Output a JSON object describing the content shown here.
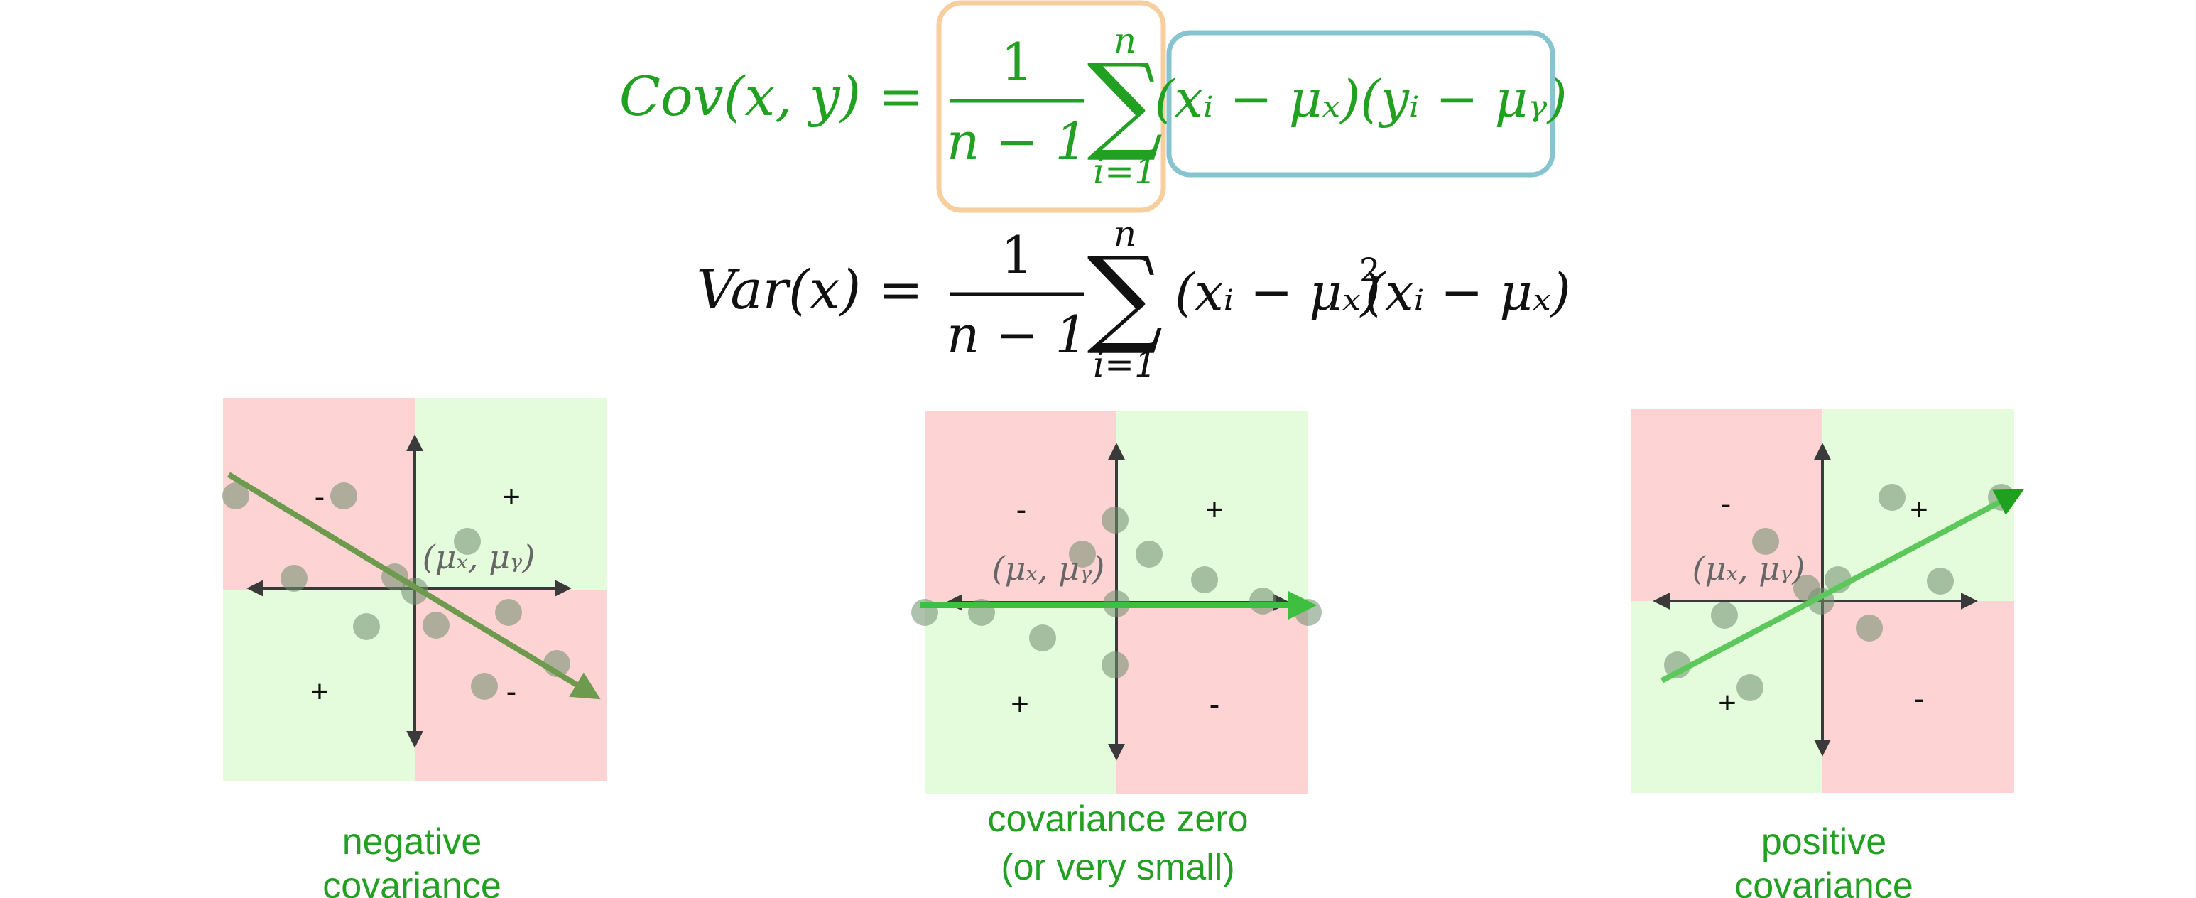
{
  "colors": {
    "green_formula": "#22a022",
    "black_formula": "#111111",
    "orange_box": "#f7cf9f",
    "blue_box": "#86c4cf",
    "red_quadrant": "#fdd3d3",
    "green_quadrant": "#e4fbdc",
    "axis": "#3a3a3a",
    "point_fill": "#6e8e6e",
    "neg_arrow": "#6e9a4e",
    "zero_arrow": "#3fbf3f",
    "pos_arrow": "#5cc85c",
    "caption": "#22a022",
    "mu_label": "#666666"
  },
  "formulas": {
    "cov": {
      "lhs": "Cov(x, y) =",
      "frac_num": "1",
      "frac_den": "n − 1",
      "sum_symbol": "∑",
      "sum_top": "n",
      "sum_bottom": "i=1",
      "term": "(xᵢ − μₓ)(yᵢ − μᵧ)"
    },
    "var": {
      "lhs": "Var(x) =",
      "frac_num": "1",
      "frac_den": "n − 1",
      "sum_symbol": "∑",
      "sum_top": "n",
      "sum_bottom": "i=1",
      "term_a": "(xᵢ − μₓ)",
      "superscript": "2",
      "term_b": "(xᵢ − μₓ)"
    }
  },
  "panels": [
    {
      "id": "negative",
      "signs": {
        "top_left": "-",
        "top_right": "+",
        "bottom_left": "+",
        "bottom_right": "-"
      },
      "mean_label": "(μₓ, μᵧ)",
      "caption_line1": "negative",
      "caption_line2": "covariance"
    },
    {
      "id": "zero",
      "signs": {
        "top_left": "-",
        "top_right": "+",
        "bottom_left": "+",
        "bottom_right": "-"
      },
      "mean_label": "(μₓ, μᵧ)",
      "caption_line1": "covariance zero",
      "caption_line2": "(or very small)"
    },
    {
      "id": "positive",
      "signs": {
        "top_left": "-",
        "top_right": "+",
        "bottom_left": "+",
        "bottom_right": "-"
      },
      "mean_label": "(μₓ, μᵧ)",
      "caption_line1": "positive",
      "caption_line2": "covariance"
    }
  ]
}
